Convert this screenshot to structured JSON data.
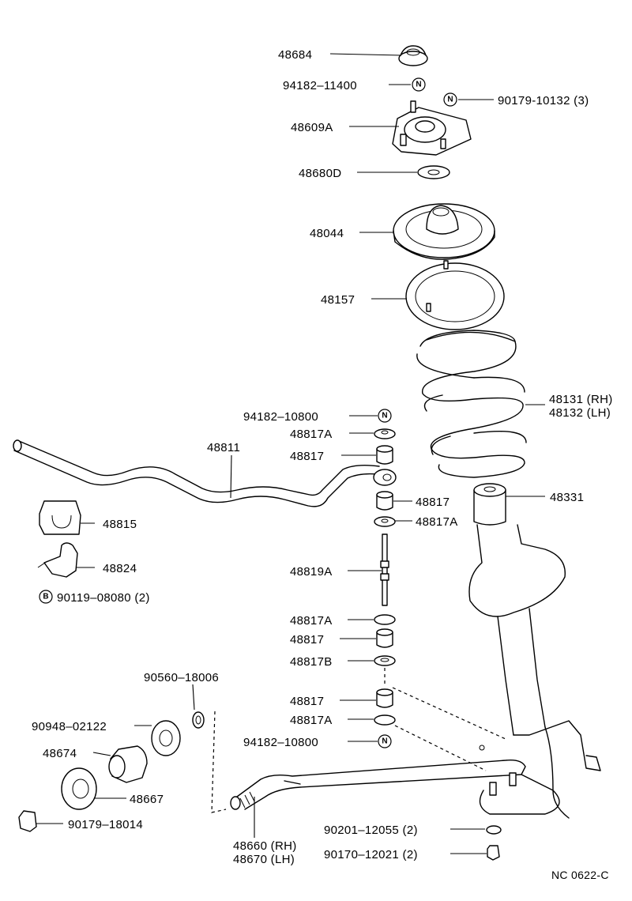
{
  "labels": {
    "p48684": "48684",
    "p94182_11400": "94182–11400",
    "p90179_10132": "90179-10132 (3)",
    "p48609A": "48609A",
    "p48680D": "48680D",
    "p48044": "48044",
    "p48157": "48157",
    "p48131": "48131 (RH)",
    "p48132": "48132 (LH)",
    "p94182_10800_top": "94182–10800",
    "p48817A_1": "48817A",
    "p48817_1": "48817",
    "p48811": "48811",
    "p48817_2": "48817",
    "p48817A_2": "48817A",
    "p48331": "48331",
    "p48815": "48815",
    "p48824": "48824",
    "p48819A": "48819A",
    "p90119": "90119–08080 (2)",
    "p48817A_3": "48817A",
    "p48817_3": "48817",
    "p48817B": "48817B",
    "p90560": "90560–18006",
    "p48817_4": "48817",
    "p48817A_4": "48817A",
    "p90948": "90948–02122",
    "p94182_10800_bot": "94182–10800",
    "p48674": "48674",
    "p48667": "48667",
    "p90179_18014": "90179–18014",
    "p48660": "48660 (RH)",
    "p48670": "48670 (LH)",
    "p90201": "90201–12055 (2)",
    "p90170": "90170–12021 (2)",
    "code": "NC  0622-C"
  },
  "symbols": {
    "nut_letter": "N",
    "bolt_letter": "B"
  },
  "icons": [
    "nut-symbol-icon",
    "bolt-symbol-icon"
  ]
}
